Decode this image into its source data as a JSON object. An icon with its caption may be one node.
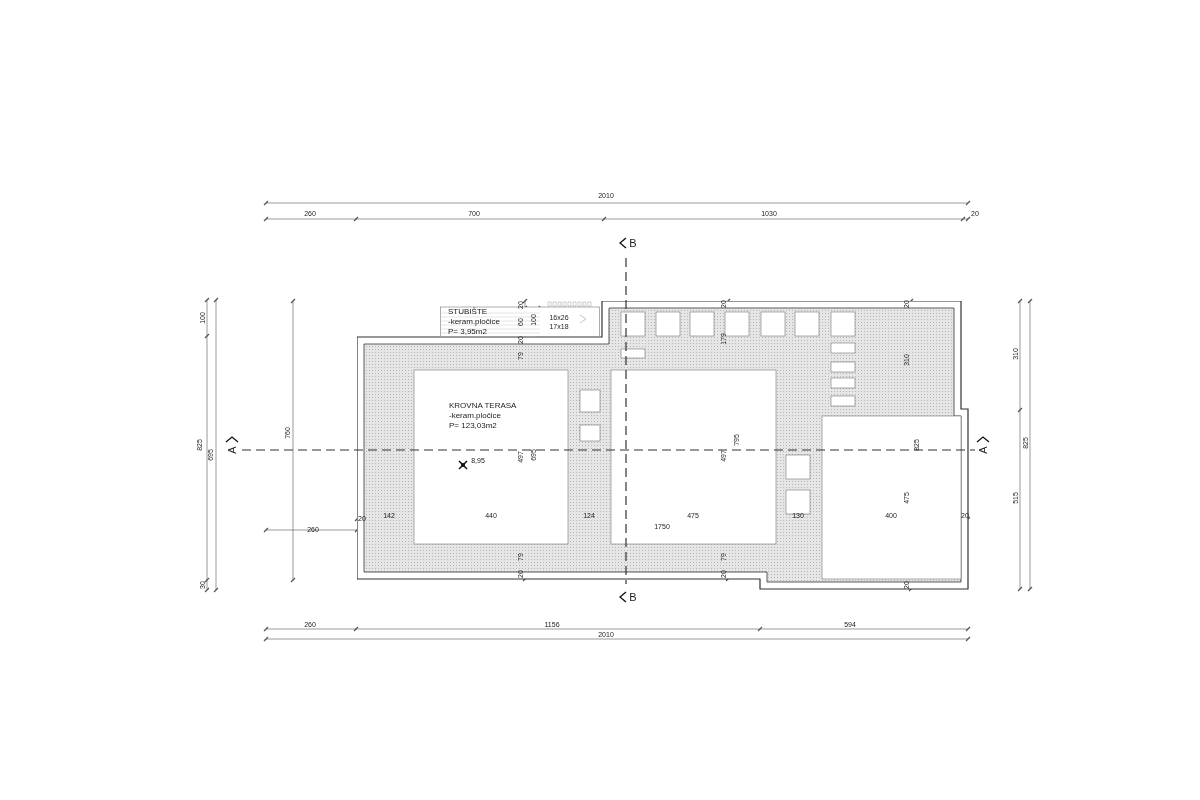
{
  "diagram": {
    "nodes": [
      {
        "text": [
          "KROVNA TERASA",
          "-keram.pločice",
          "P= 123,03m2"
        ]
      },
      {
        "text": [
          "STUBIŠTE",
          "-keram.pločice",
          "P= 3,95m2"
        ]
      }
    ],
    "labels": [
      "2010",
      "260",
      "700",
      "1030",
      "20",
      "B",
      "100",
      "825",
      "695",
      "30",
      "760",
      "A",
      "20",
      "60",
      "100",
      "16x26",
      "17x18",
      "20",
      "79",
      "497",
      "695",
      "79",
      "20",
      "20",
      "179",
      "795",
      "497",
      "79",
      "20",
      "20",
      "310",
      "825",
      "475",
      "20",
      "310",
      "825",
      "515",
      "A",
      "8,95",
      "260",
      "20",
      "142",
      "440",
      "124",
      "475",
      "130",
      "400",
      "20",
      "1750",
      "B",
      "260",
      "1156",
      "594",
      "2010"
    ]
  }
}
